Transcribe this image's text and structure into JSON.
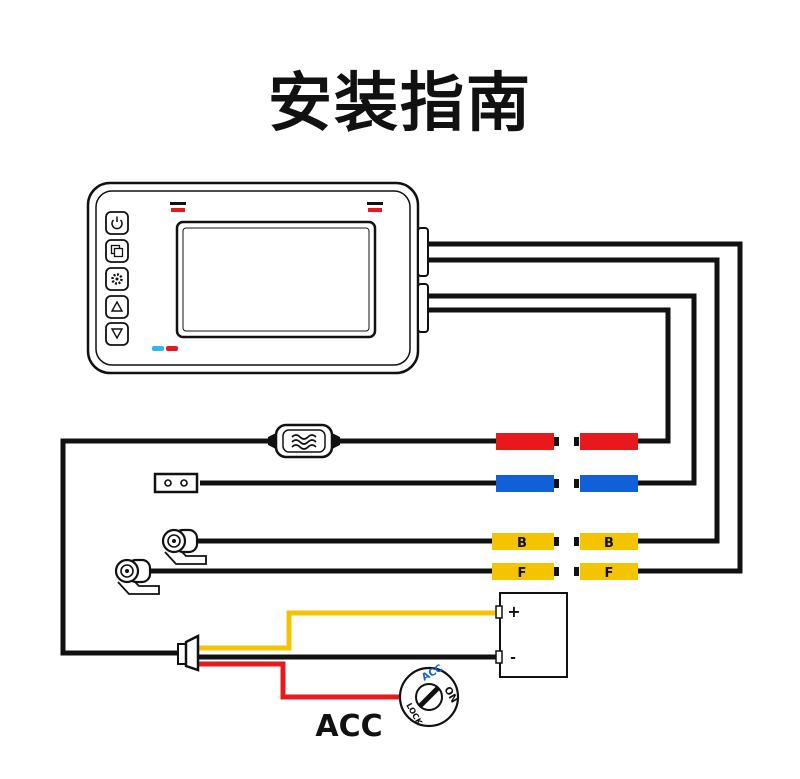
{
  "title": "安装指南",
  "device": {
    "buttons": [
      {
        "icon": "power-icon"
      },
      {
        "icon": "record-icon"
      },
      {
        "icon": "settings-icon"
      },
      {
        "icon": "up-arrow-icon"
      },
      {
        "icon": "down-arrow-icon"
      }
    ]
  },
  "connectors": {
    "back_label": "B",
    "front_label": "F"
  },
  "battery": {
    "plus": "+",
    "minus": "-"
  },
  "acc_label": "ACC",
  "ignition": {
    "acc": "ACC",
    "on": "ON",
    "lock": "LOCK"
  },
  "colors": {
    "wire": "#111111",
    "red": "#e8191c",
    "blue": "#1160d8",
    "yellow": "#f5c400",
    "indicator_blue": "#35b6e8"
  }
}
